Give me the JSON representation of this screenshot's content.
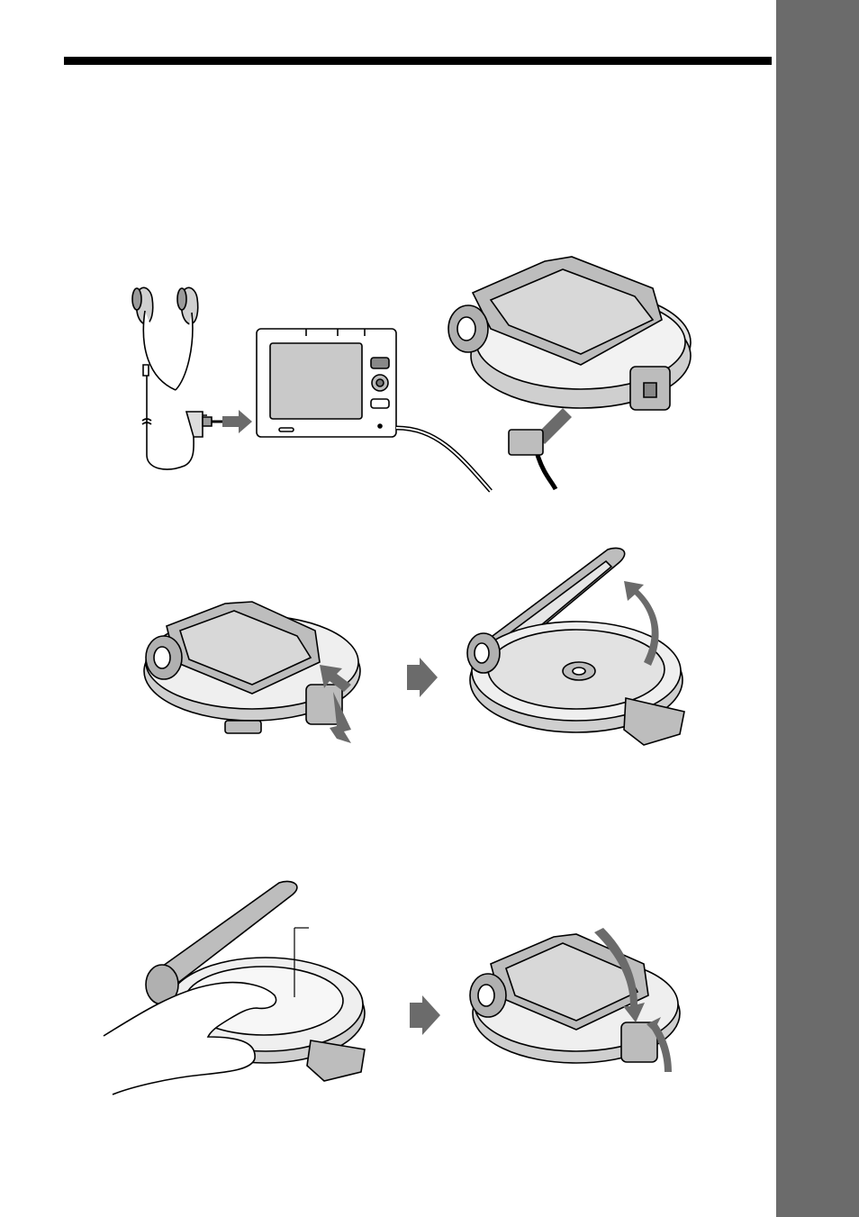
{
  "colors": {
    "side_tab": "#6b6b6b",
    "rule": "#000000",
    "arrow": "#6b6b6b",
    "device_body": "#c8c8c8",
    "device_dark": "#8a8a8a",
    "line": "#000000"
  },
  "illustrations": [
    {
      "id": "step1",
      "content": "headphones-remote-player-connection"
    },
    {
      "id": "step2a",
      "content": "player-lid-release-slide"
    },
    {
      "id": "step2b",
      "content": "player-lid-open"
    },
    {
      "id": "step3a",
      "content": "hand-placing-cd"
    },
    {
      "id": "step3b",
      "content": "player-lid-close"
    }
  ]
}
